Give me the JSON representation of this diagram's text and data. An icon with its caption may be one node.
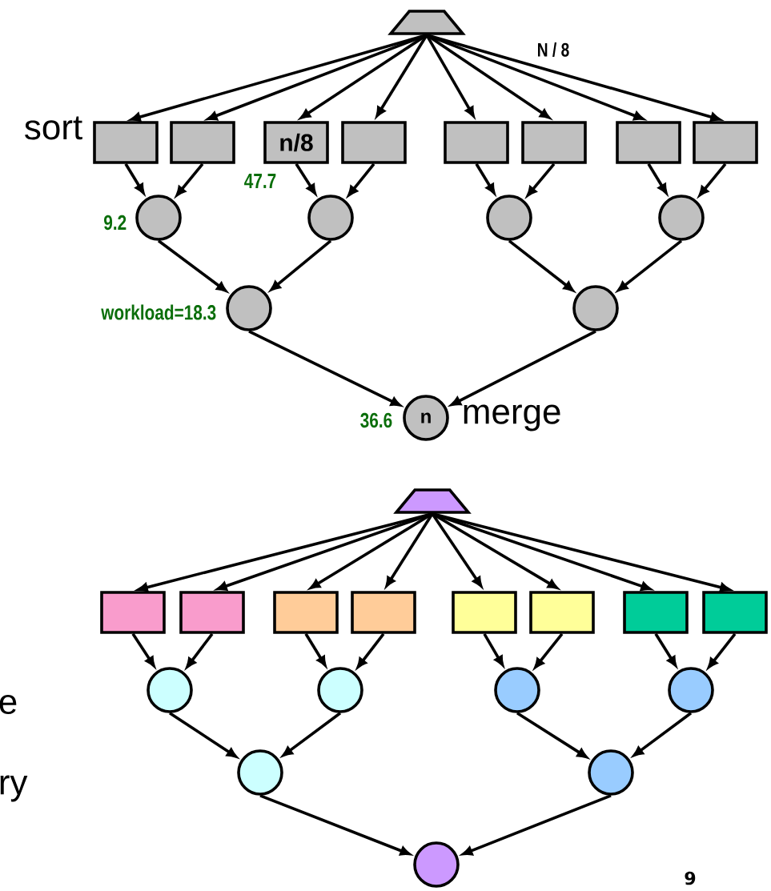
{
  "diagram": {
    "nodes": [
      {
        "text": [],
        "shape": "trapezoid"
      },
      {
        "text": [],
        "shape": "box",
        "beside": [
          "sort"
        ]
      },
      {
        "text": [],
        "shape": "box"
      },
      {
        "text": [
          "n/8"
        ]
      },
      {
        "text": [],
        "shape": "box"
      },
      {
        "text": [],
        "shape": "box"
      },
      {
        "text": [],
        "shape": "box"
      },
      {
        "text": [],
        "shape": "box"
      },
      {
        "text": [],
        "shape": "box"
      },
      {
        "text": [],
        "shape": "circle",
        "beside": [
          "9.2"
        ]
      },
      {
        "text": [],
        "shape": "circle"
      },
      {
        "text": [],
        "shape": "circle"
      },
      {
        "text": [],
        "shape": "circle"
      },
      {
        "text": [],
        "shape": "circle",
        "beside": [
          "workload=18.3"
        ]
      },
      {
        "text": [],
        "shape": "circle"
      },
      {
        "text": [
          "n"
        ],
        "beside": [
          "36.6",
          "merge"
        ]
      },
      {
        "text": [],
        "shape": "trapezoid"
      },
      {
        "text": [],
        "shape": "box"
      },
      {
        "text": [],
        "shape": "box"
      },
      {
        "text": [],
        "shape": "box"
      },
      {
        "text": [],
        "shape": "box"
      },
      {
        "text": [],
        "shape": "box"
      },
      {
        "text": [],
        "shape": "box"
      },
      {
        "text": [],
        "shape": "box"
      },
      {
        "text": [],
        "shape": "box"
      },
      {
        "text": [],
        "shape": "circle"
      },
      {
        "text": [],
        "shape": "circle"
      },
      {
        "text": [],
        "shape": "circle"
      },
      {
        "text": [],
        "shape": "circle"
      },
      {
        "text": [],
        "shape": "circle"
      },
      {
        "text": [],
        "shape": "circle"
      },
      {
        "text": [],
        "shape": "circle"
      }
    ],
    "edges": [
      {
        "from": 0,
        "to": 1,
        "arrow": "to"
      },
      {
        "from": 0,
        "to": 2,
        "arrow": "to"
      },
      {
        "from": 0,
        "to": 3,
        "arrow": "to"
      },
      {
        "from": 0,
        "to": 4,
        "arrow": "to"
      },
      {
        "from": 0,
        "to": 5,
        "arrow": "to"
      },
      {
        "from": 0,
        "to": 6,
        "arrow": "to"
      },
      {
        "from": 0,
        "to": 7,
        "arrow": "to"
      },
      {
        "from": 0,
        "to": 8,
        "arrow": "to",
        "label": "N / 8"
      },
      {
        "from": 1,
        "to": 9,
        "arrow": "to"
      },
      {
        "from": 2,
        "to": 9,
        "arrow": "to"
      },
      {
        "from": 3,
        "to": 10,
        "arrow": "to"
      },
      {
        "from": 4,
        "to": 10,
        "arrow": "to"
      },
      {
        "from": 5,
        "to": 11,
        "arrow": "to"
      },
      {
        "from": 6,
        "to": 11,
        "arrow": "to"
      },
      {
        "from": 7,
        "to": 12,
        "arrow": "to"
      },
      {
        "from": 8,
        "to": 12,
        "arrow": "to"
      },
      {
        "from": 9,
        "to": 13,
        "arrow": "to"
      },
      {
        "from": 10,
        "to": 13,
        "arrow": "to"
      },
      {
        "from": 11,
        "to": 14,
        "arrow": "to"
      },
      {
        "from": 12,
        "to": 14,
        "arrow": "to"
      },
      {
        "from": 13,
        "to": 15,
        "arrow": "to"
      },
      {
        "from": 14,
        "to": 15,
        "arrow": "to"
      },
      {
        "from": 16,
        "to": 17,
        "arrow": "to"
      },
      {
        "from": 16,
        "to": 18,
        "arrow": "to"
      },
      {
        "from": 16,
        "to": 19,
        "arrow": "to"
      },
      {
        "from": 16,
        "to": 20,
        "arrow": "to"
      },
      {
        "from": 16,
        "to": 21,
        "arrow": "to"
      },
      {
        "from": 16,
        "to": 22,
        "arrow": "to"
      },
      {
        "from": 16,
        "to": 23,
        "arrow": "to"
      },
      {
        "from": 16,
        "to": 24,
        "arrow": "to"
      },
      {
        "from": 17,
        "to": 25,
        "arrow": "to"
      },
      {
        "from": 18,
        "to": 25,
        "arrow": "to"
      },
      {
        "from": 19,
        "to": 26,
        "arrow": "to"
      },
      {
        "from": 20,
        "to": 26,
        "arrow": "to"
      },
      {
        "from": 21,
        "to": 27,
        "arrow": "to"
      },
      {
        "from": 22,
        "to": 27,
        "arrow": "to"
      },
      {
        "from": 23,
        "to": 28,
        "arrow": "to"
      },
      {
        "from": 24,
        "to": 28,
        "arrow": "to"
      },
      {
        "from": 25,
        "to": 29,
        "arrow": "to"
      },
      {
        "from": 26,
        "to": 29,
        "arrow": "to"
      },
      {
        "from": 27,
        "to": 30,
        "arrow": "to"
      },
      {
        "from": 28,
        "to": 30,
        "arrow": "to"
      },
      {
        "from": 29,
        "to": 31,
        "arrow": "to"
      },
      {
        "from": 30,
        "to": 31,
        "arrow": "to"
      }
    ],
    "labels": [
      "47.7",
      "e",
      "ry",
      "9"
    ]
  }
}
